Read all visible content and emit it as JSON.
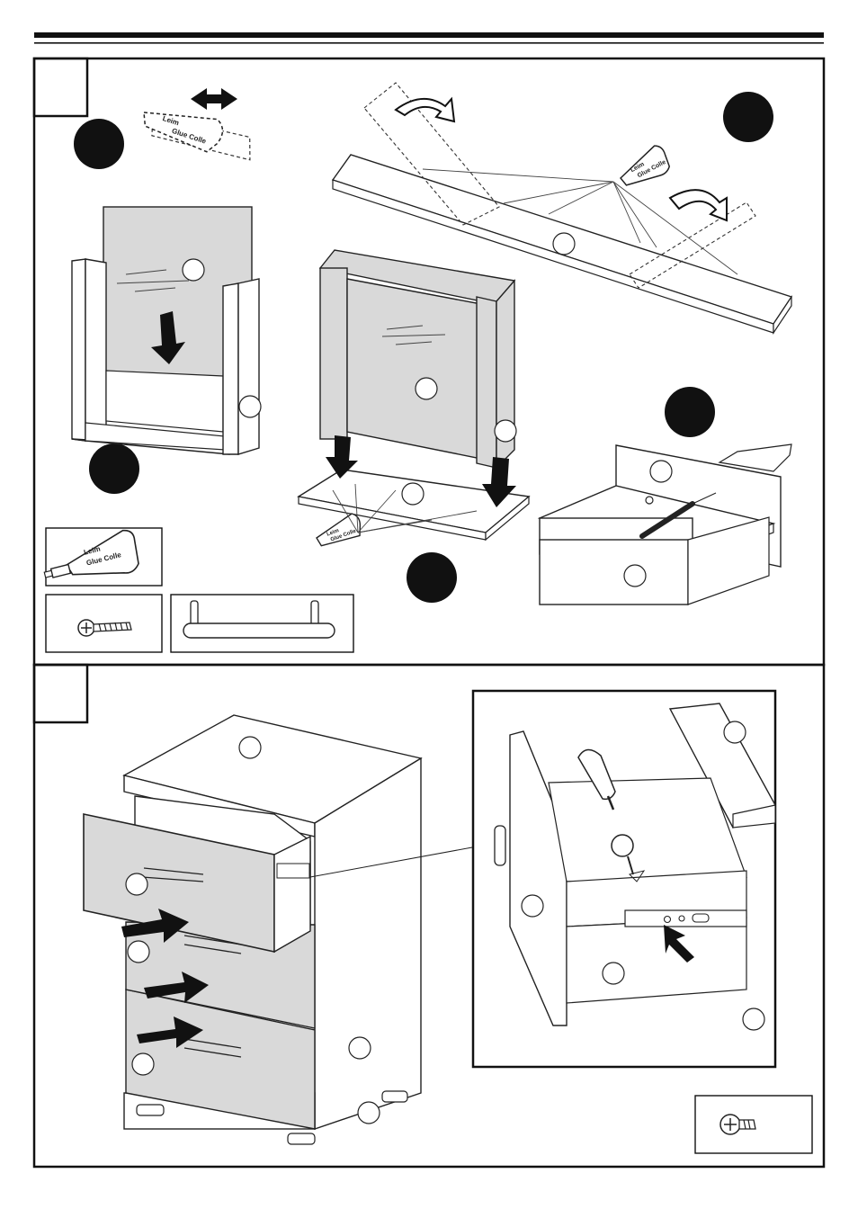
{
  "page": {
    "theme": "assembly-instructions-sheet"
  },
  "glue_tube": {
    "line1": "Leim",
    "line2": "Glue Colle"
  },
  "icons": {
    "glue": "glue-tube-icon",
    "screw": "screw-icon",
    "handle": "drawer-handle-icon",
    "arrow": "direction-arrow-icon",
    "rotate": "rotate-arrow-icon"
  },
  "colors": {
    "ink": "#111111",
    "panel": "#d9d9d9",
    "paper": "#ffffff"
  }
}
